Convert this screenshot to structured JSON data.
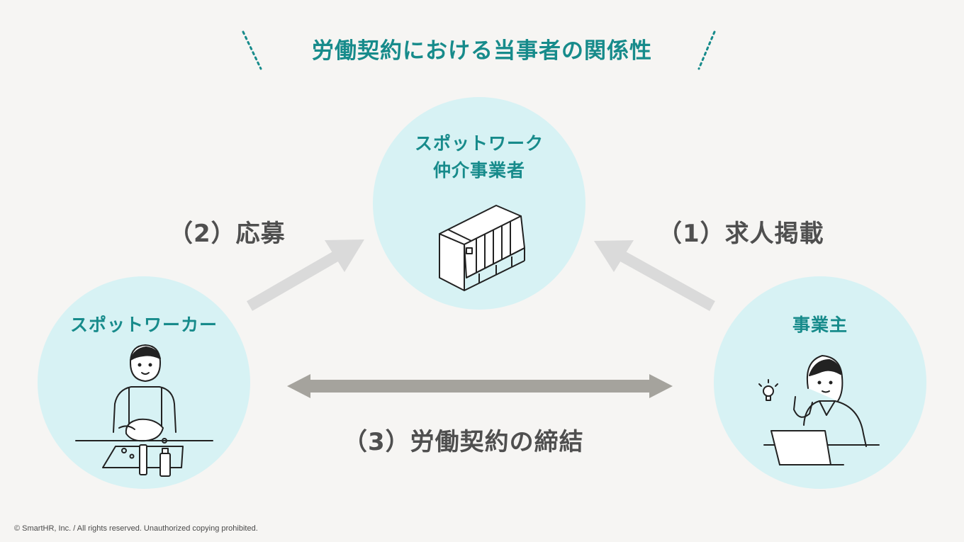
{
  "title": "労働契約における当事者の関係性",
  "nodes": {
    "intermediary": {
      "line1": "スポットワーク",
      "line2": "仲介事業者",
      "icon": "building-icon"
    },
    "worker": {
      "label": "スポットワーカー",
      "icon": "worker-washing-icon"
    },
    "employer": {
      "label": "事業主",
      "icon": "businesswoman-laptop-icon"
    }
  },
  "steps": {
    "step1": "（1）求人掲載",
    "step2": "（2）応募",
    "step3": "（3）労働契約の締結"
  },
  "colors": {
    "accent": "#178b8b",
    "circle": "#d7f2f4",
    "arrow_light": "#dadada",
    "arrow_dark": "#a5a39d",
    "background": "#f6f5f3"
  },
  "copyright": "© SmartHR, Inc. / All rights reserved. Unauthorized copying prohibited."
}
